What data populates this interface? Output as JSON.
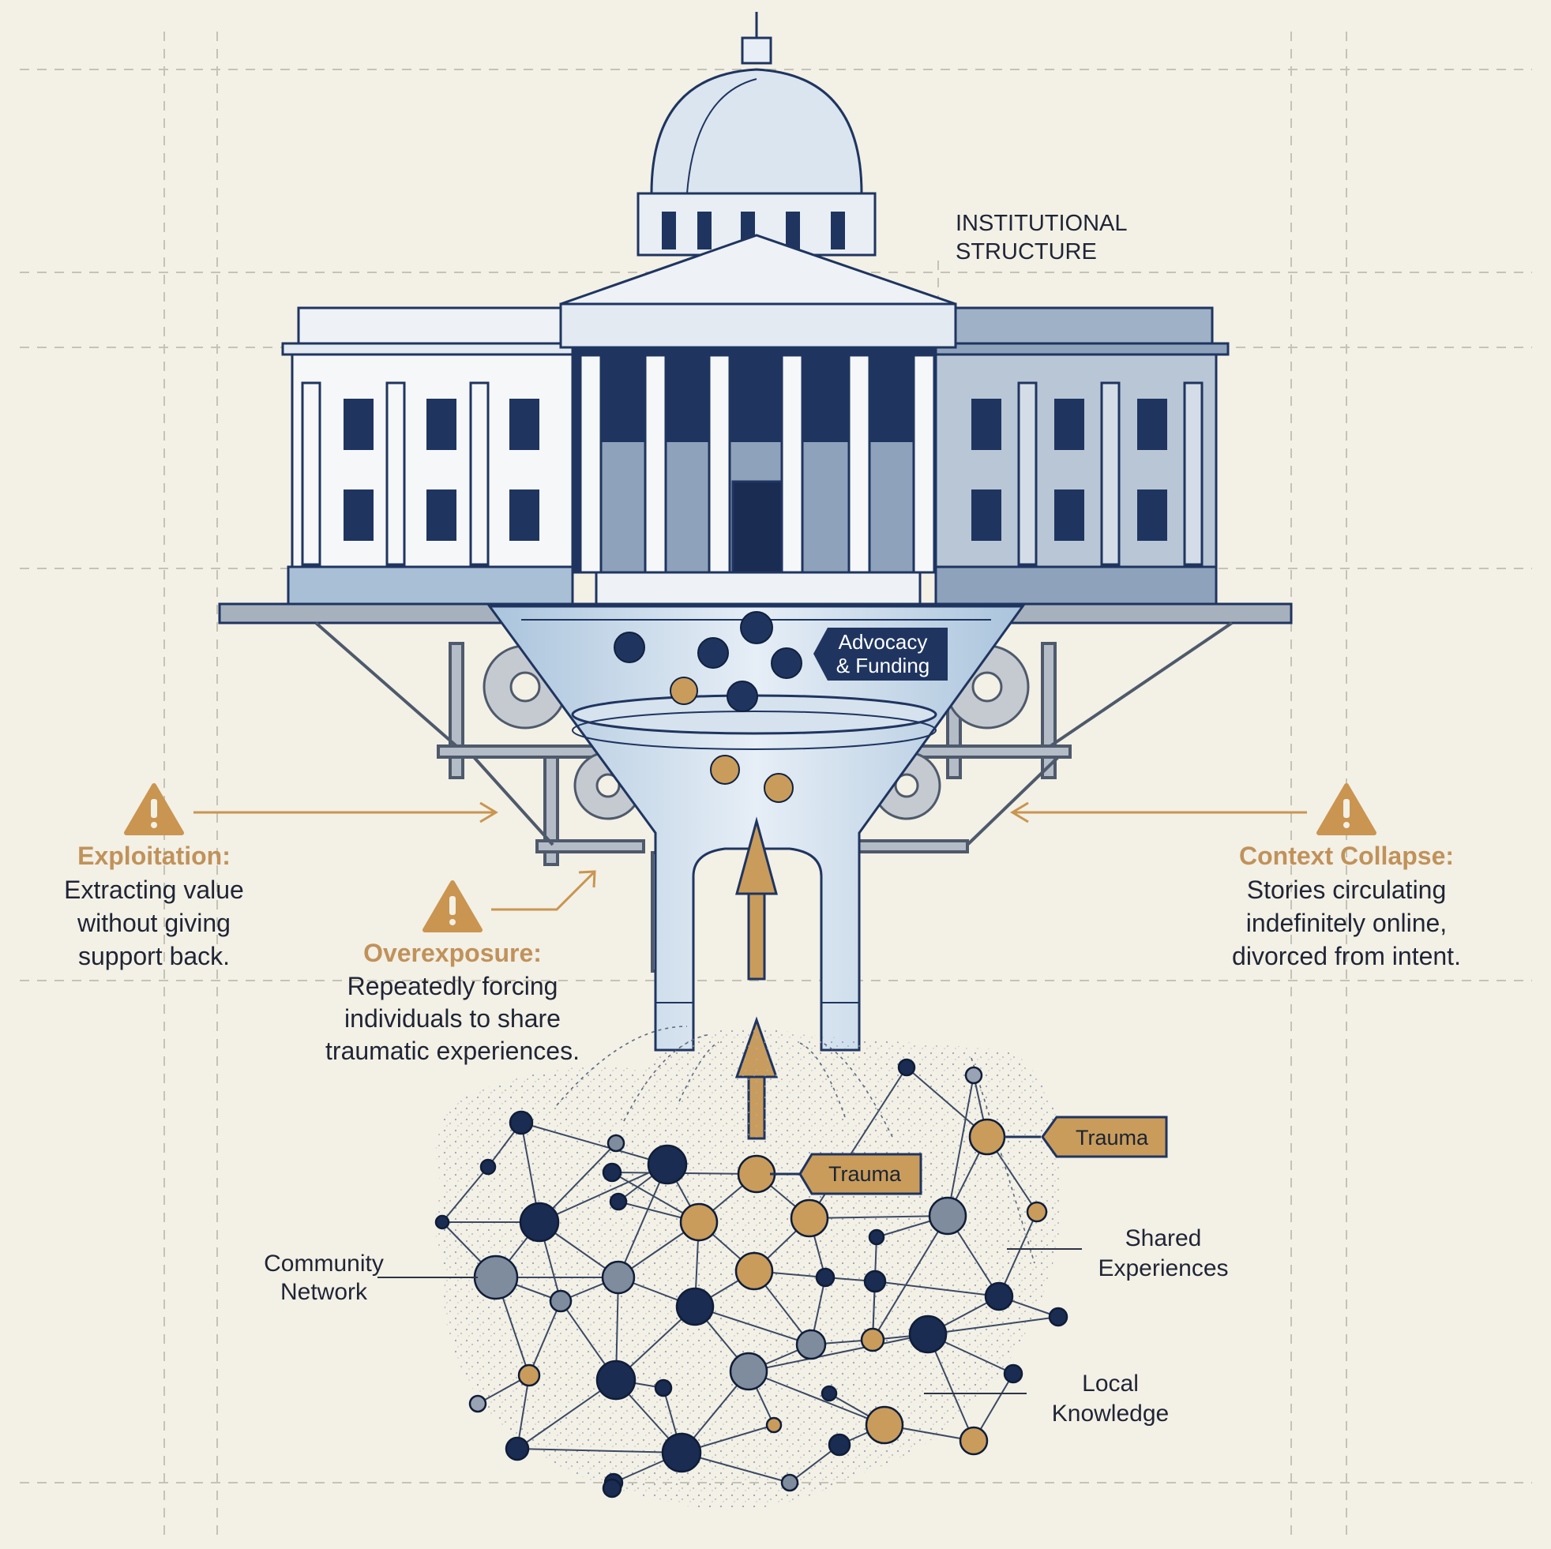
{
  "labels": {
    "institutional_line1": "INSTITUTIONAL",
    "institutional_line2": "STRUCTURE",
    "advocacy_line1": "Advocacy",
    "advocacy_line2": "& Funding",
    "exploitation_title": "Exploitation:",
    "exploitation_line1": "Extracting value",
    "exploitation_line2": "without giving",
    "exploitation_line3": "support back.",
    "overexposure_title": "Overexposure:",
    "overexposure_line1": "Repeatedly forcing",
    "overexposure_line2": "individuals to share",
    "overexposure_line3": "traumatic experiences.",
    "context_title": "Context Collapse:",
    "context_line1": "Stories circulating",
    "context_line2": "indefinitely online,",
    "context_line3": "divorced from intent.",
    "trauma_tag_1": "Trauma",
    "trauma_tag_2": "Trauma",
    "community_line1": "Community",
    "community_line2": "Network",
    "shared_line1": "Shared",
    "shared_line2": "Experiences",
    "local_line1": "Local",
    "local_line2": "Knowledge"
  },
  "colors": {
    "background": "#f3f0e6",
    "navy": "#1f3560",
    "steel": "#7f8c9e",
    "pale_blue": "#c6d6e6",
    "gold": "#c99c5c",
    "warning": "#c99550"
  },
  "icons": [
    "warning-icon",
    "gear-icon",
    "arrow-up-icon"
  ]
}
